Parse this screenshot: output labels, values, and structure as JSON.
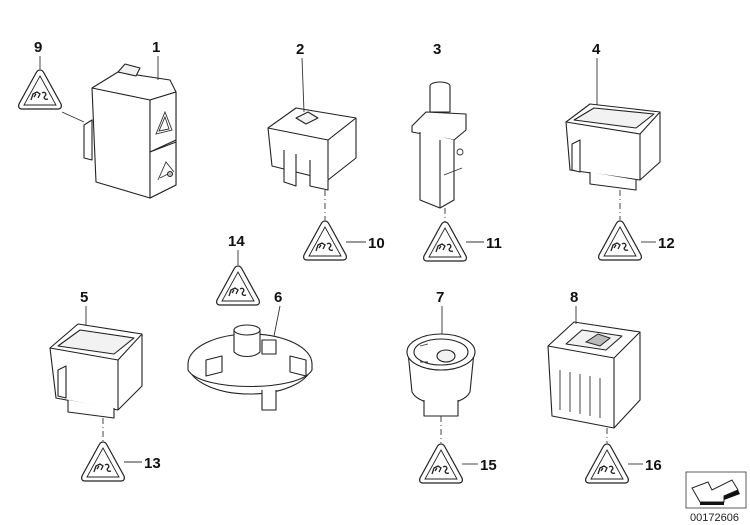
{
  "diagram": {
    "part_numbers": [
      "1",
      "2",
      "3",
      "4",
      "5",
      "6",
      "7",
      "8"
    ],
    "callouts": {
      "n1": "1",
      "n2": "2",
      "n3": "3",
      "n4": "4",
      "n5": "5",
      "n6": "6",
      "n7": "7",
      "n8": "8",
      "n9": "9",
      "n10": "10",
      "n11": "11",
      "n12": "12",
      "n13": "13",
      "n14": "14",
      "n15": "15",
      "n16": "16"
    },
    "warning_triangle_icon": "connector-warning-triangle-icon",
    "reference_number": "00172606",
    "corner_icon": "arrow-pointer-icon"
  }
}
